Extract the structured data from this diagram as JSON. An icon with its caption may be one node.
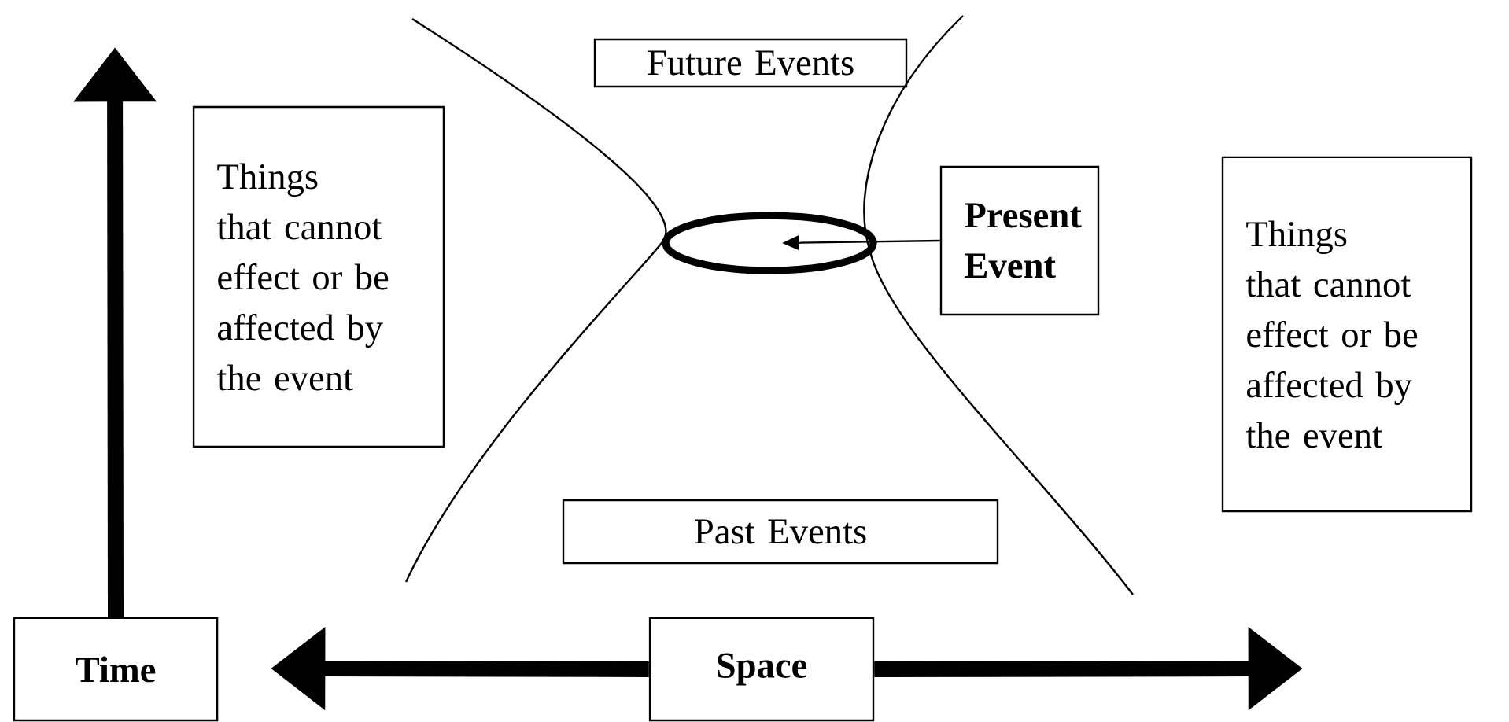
{
  "diagram": {
    "nodes": [
      {
        "text": [
          "Future Events"
        ]
      },
      {
        "text": [
          "Things that cannot effect or be affected by the event"
        ]
      },
      {
        "text": [],
        "shape": "ellipse"
      },
      {
        "text": [
          "Present Event"
        ]
      },
      {
        "text": [
          "Things that cannot effect or be affected by the event"
        ]
      },
      {
        "text": [
          "Past Events"
        ]
      },
      {
        "text": [
          "Time"
        ]
      },
      {
        "text": [
          "Space"
        ]
      }
    ],
    "edges": [
      {
        "from": 3,
        "to": 2,
        "arrow": "to"
      },
      {
        "from": 6,
        "to": null,
        "arrow": "to"
      },
      {
        "from": 7,
        "to": null,
        "arrow": "to"
      },
      {
        "from": 7,
        "to": null,
        "arrow": "to"
      }
    ]
  }
}
